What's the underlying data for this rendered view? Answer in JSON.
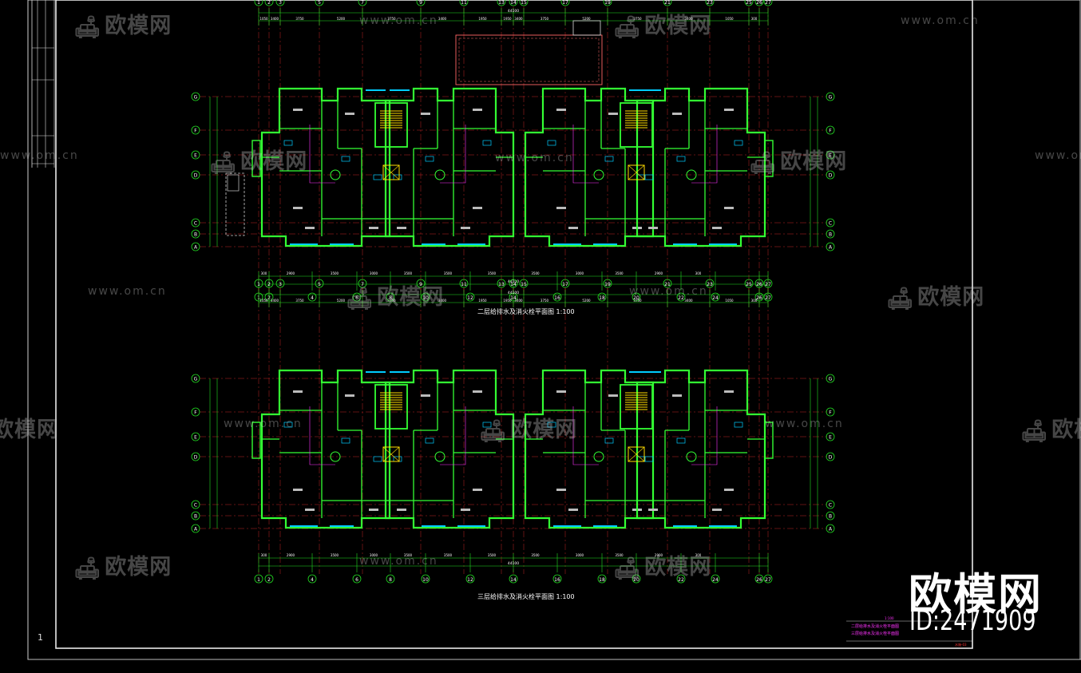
{
  "grid_columns": [
    "1",
    "2",
    "3",
    "5",
    "7",
    "9",
    "11",
    "13",
    "14",
    "15",
    "17",
    "19",
    "21",
    "23",
    "25",
    "26",
    "27"
  ],
  "grid_columns_bottom": [
    "1",
    "2",
    "4",
    "6",
    "8",
    "10",
    "12",
    "14",
    "16",
    "18",
    "20",
    "22",
    "24",
    "26",
    "27"
  ],
  "grid_rows_top": [
    "G",
    "F",
    "E",
    "D",
    "C",
    "B",
    "A"
  ],
  "top_dims": [
    "1050",
    "3400",
    "3750",
    "5200",
    "3750",
    "3400",
    "1950",
    "1950",
    "3400",
    "3750",
    "5200",
    "3750",
    "3400",
    "1050",
    "300"
  ],
  "bottom_dims": [
    "300",
    "2900",
    "3500",
    "3000",
    "3500",
    "3500",
    "3500",
    "3500",
    "3000",
    "3500",
    "2900",
    "300"
  ],
  "overall_dim": "44100",
  "plan_upper": {
    "title": "二层给排水及消火栓平面图 1:100"
  },
  "plan_lower": {
    "title": "三层给排水及消火栓平面图 1:100"
  },
  "watermark": {
    "brand": "欧模网",
    "url": "www.om.cn"
  },
  "brand_overlay": {
    "name": "欧模网",
    "id": "ID:2471909"
  },
  "sheet_number": "1",
  "legend": {
    "line1": "二层给排水及消火栓平面图",
    "line2": "三层给排水及消火栓平面图",
    "scale": "1:100",
    "code": "水施-03"
  },
  "colors": {
    "background": "#000000",
    "walls": "#33ff33",
    "axis": "#ff3333",
    "dims": "#22dd22",
    "text": "#ffffff",
    "fixtures": "#00ccff",
    "stairs": "#ffdd00",
    "pipes": "#ff33ff"
  }
}
